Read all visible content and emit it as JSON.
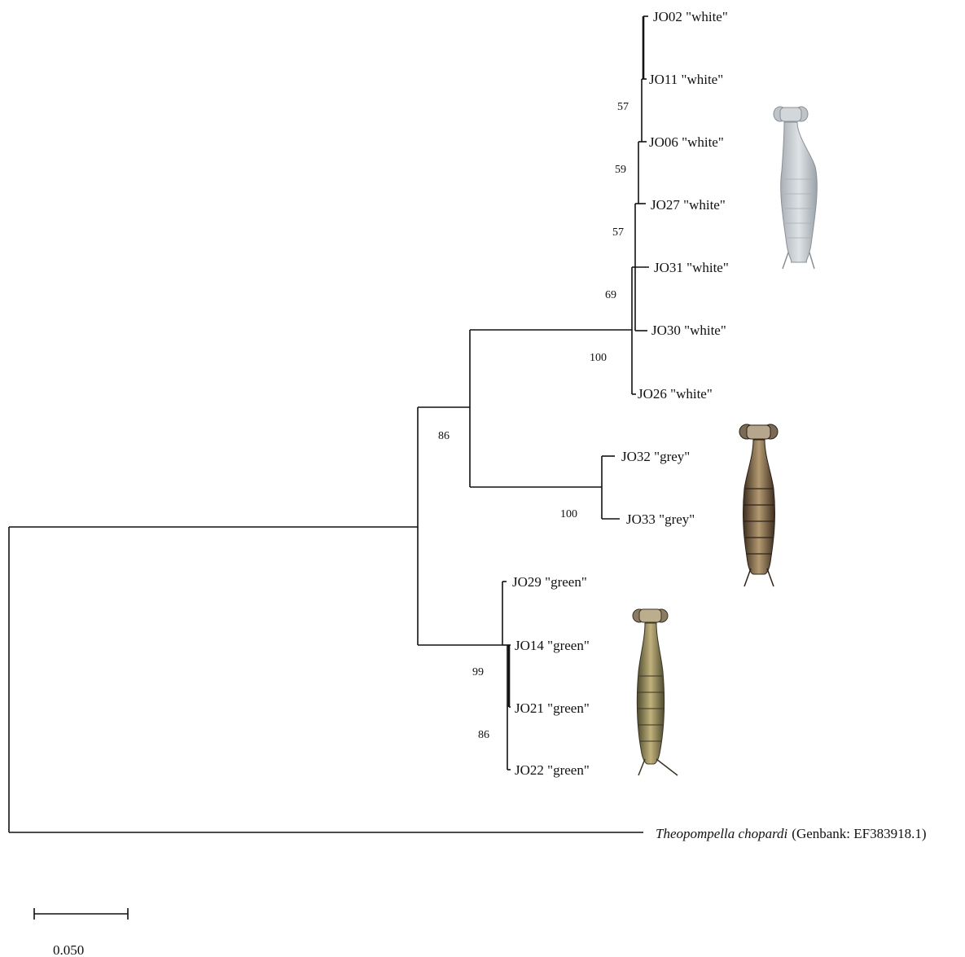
{
  "leaves": {
    "jo02": "JO02 \"white\"",
    "jo11": "JO11 \"white\"",
    "jo06": "JO06 \"white\"",
    "jo27": "JO27 \"white\"",
    "jo31": "JO31 \"white\"",
    "jo30": "JO30 \"white\"",
    "jo26": "JO26 \"white\"",
    "jo32": "JO32 \"grey\"",
    "jo33": "JO33 \"grey\"",
    "jo29": "JO29 \"green\"",
    "jo14": "JO14 \"green\"",
    "jo21": "JO21 \"green\"",
    "jo22": "JO22 \"green\"",
    "outgroup_species": "Theopompella chopardi",
    "outgroup_accession": "(Genbank: EF383918.1)"
  },
  "support": {
    "n57a": "57",
    "n59": "59",
    "n57b": "57",
    "n69": "69",
    "n100_white": "100",
    "n86_root": "86",
    "n100_grey": "100",
    "n99_green": "99",
    "n86_green": "86"
  },
  "scale_bar": {
    "label": "0.050"
  },
  "morph_colors": {
    "white": "#c9ccd0",
    "grey": "#6b5a44",
    "green": "#7a7350"
  }
}
